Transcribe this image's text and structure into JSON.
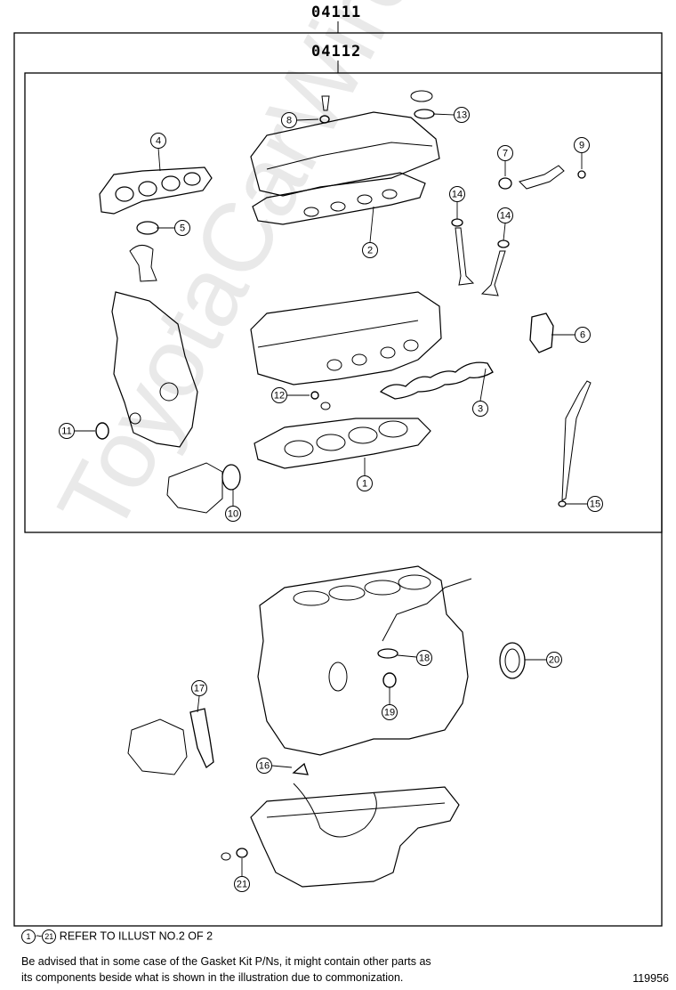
{
  "kits": {
    "outer": "04111",
    "inner": "04112"
  },
  "callouts": [
    "1",
    "2",
    "3",
    "4",
    "5",
    "6",
    "7",
    "8",
    "9",
    "10",
    "11",
    "12",
    "13",
    "14",
    "14",
    "15",
    "16",
    "17",
    "18",
    "19",
    "20",
    "21"
  ],
  "footer": {
    "ref_start": "1",
    "ref_range_symbol": "~",
    "ref_end": "21",
    "ref_text": "REFER TO ILLUST NO.2 OF 2",
    "note_line1": "Be advised that in some case of the Gasket Kit P/Ns,  it might contain other parts as",
    "note_line2": "its components beside what is shown in the illustration due to commonization.",
    "illustration_number": "119956"
  },
  "watermark": "ToyotaCarWire.ru"
}
